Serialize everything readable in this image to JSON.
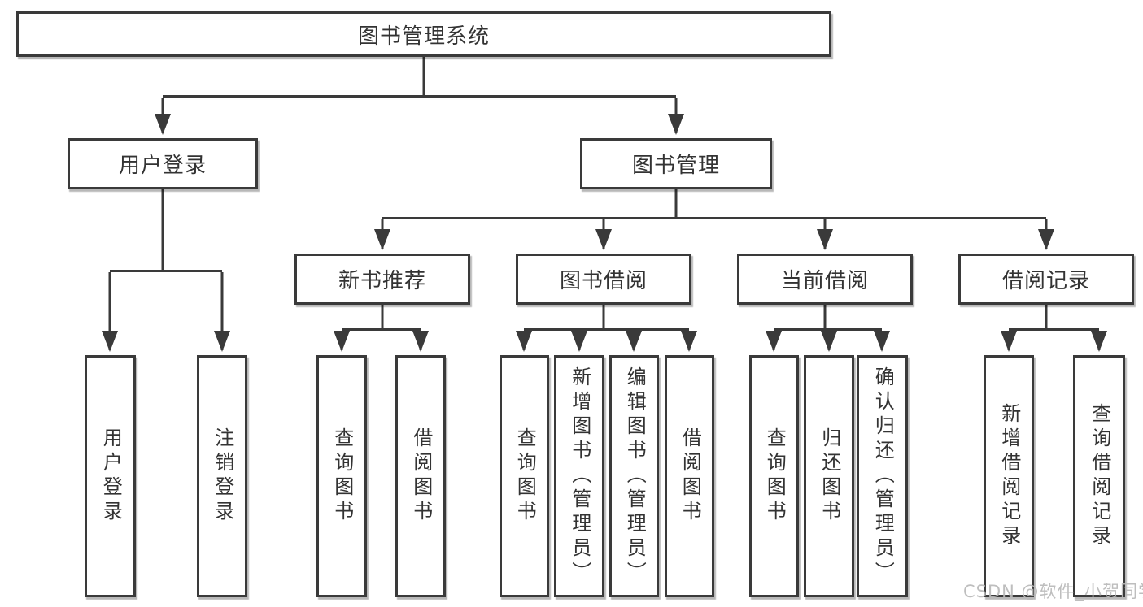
{
  "colors": {
    "line": "#3a3a3a",
    "box_border": "#3a3a3a",
    "text": "#333333",
    "watermark": "#b8b8b8",
    "background": "#ffffff"
  },
  "watermark": "CSDN @软件_小贺同学",
  "tree": {
    "root": {
      "label": "图书管理系统",
      "children": [
        {
          "label": "用户登录",
          "children": [
            {
              "label": "用户登录"
            },
            {
              "label": "注销登录"
            }
          ]
        },
        {
          "label": "图书管理",
          "children": [
            {
              "label": "新书推荐",
              "children": [
                {
                  "label": "查询图书"
                },
                {
                  "label": "借阅图书"
                }
              ]
            },
            {
              "label": "图书借阅",
              "children": [
                {
                  "label": "查询图书"
                },
                {
                  "label": "新增图书（管理员）"
                },
                {
                  "label": "编辑图书（管理员）"
                },
                {
                  "label": "借阅图书"
                }
              ]
            },
            {
              "label": "当前借阅",
              "children": [
                {
                  "label": "查询图书"
                },
                {
                  "label": "归还图书"
                },
                {
                  "label": "确认归还（管理员）"
                }
              ]
            },
            {
              "label": "借阅记录",
              "children": [
                {
                  "label": "新增借阅记录"
                },
                {
                  "label": "查询借阅记录"
                }
              ]
            }
          ]
        }
      ]
    }
  }
}
